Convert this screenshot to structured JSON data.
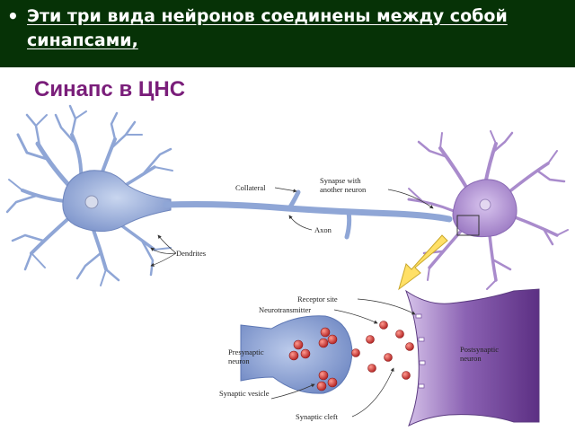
{
  "header": {
    "bullet_glyph": "•",
    "text": "Эти три вида нейронов соединены между собой синапсами,"
  },
  "title": "Синапс в ЦНС",
  "figure": {
    "labels": {
      "collateral": "Collateral",
      "synapse_line1": "Synapse with",
      "synapse_line2": "another neuron",
      "axon": "Axon",
      "dendrites": "Dendrites",
      "receptor_site": "Receptor site",
      "neurotransmitter": "Neurotransmitter",
      "presynaptic_line1": "Presynaptic",
      "presynaptic_line2": "neuron",
      "postsynaptic_line1": "Postsynaptic",
      "postsynaptic_line2": "neuron",
      "synaptic_vesicle": "Synaptic vesicle",
      "synaptic_cleft": "Synaptic cleft"
    },
    "colors": {
      "header_band": "#063206",
      "title": "#7a1e7a",
      "presynaptic_neuron": "#8fa6d6",
      "postsynaptic_neuron": "#a98bcc",
      "postsynaptic_terminal": "#6b3f8f",
      "vesicle": "#c62828",
      "arrow": "#ffe066"
    }
  }
}
